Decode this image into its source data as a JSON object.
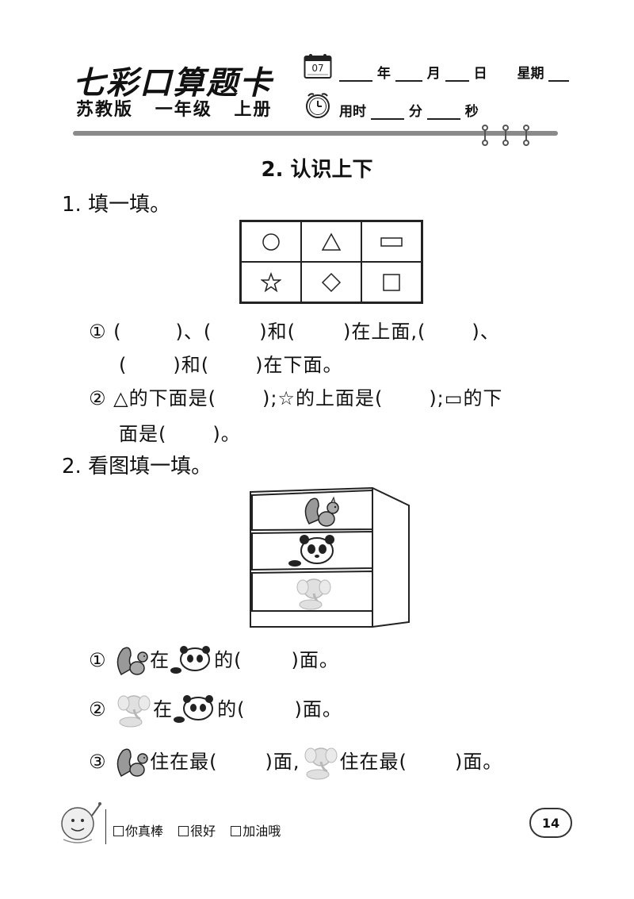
{
  "header": {
    "brand": "七彩口算题卡",
    "edition": [
      "苏教版",
      "一年级",
      "上册"
    ],
    "calendar_day": "07",
    "date_labels": {
      "year": "年",
      "month": "月",
      "day": "日",
      "weekday": "星期"
    },
    "time_labels": {
      "prefix": "用时",
      "minute": "分",
      "second": "秒"
    }
  },
  "section_title": "2. 认识上下",
  "q1": {
    "heading": "1. 填一填。",
    "shapes": [
      "○",
      "△",
      "▭",
      "☆",
      "◇",
      "□"
    ],
    "sub1": {
      "num": "①",
      "line_a": [
        "(",
        ")、(",
        ")和(",
        ")在上面,(",
        ")、"
      ],
      "line_b": [
        "(",
        ")和(",
        ")在下面。"
      ]
    },
    "sub2": {
      "num": "②",
      "line_a": [
        "△的下面是(",
        ");☆的上面是(",
        ");▭的下"
      ],
      "line_b": [
        "面是(",
        ")。"
      ]
    }
  },
  "q2": {
    "heading": "2. 看图填一填。",
    "items": [
      {
        "num": "①",
        "parts": [
          "在",
          "的(",
          ")面。"
        ]
      },
      {
        "num": "②",
        "parts": [
          "在",
          "的(",
          ")面。"
        ]
      },
      {
        "num": "③",
        "parts": [
          "住在最(",
          ")面,",
          "住在最(",
          ")面。"
        ]
      }
    ]
  },
  "footer": {
    "ratings": [
      "你真棒",
      "很好",
      "加油哦"
    ],
    "page_number": "14"
  }
}
